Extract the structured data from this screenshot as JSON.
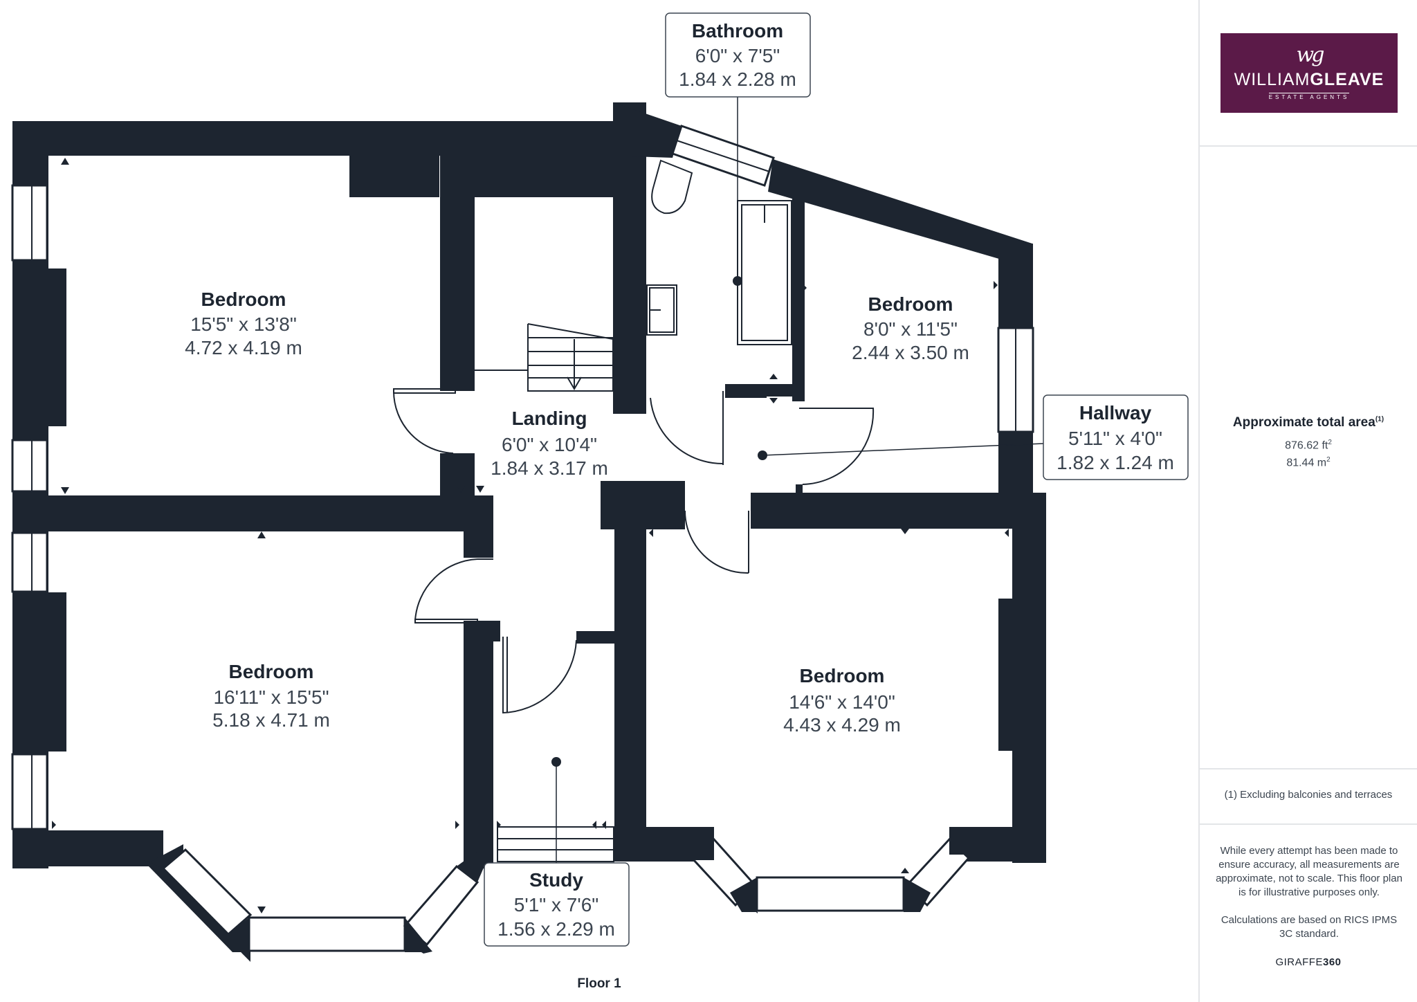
{
  "rooms": {
    "bedroom_top_left": {
      "name": "Bedroom",
      "imperial": "15'5\" x 13'8\"",
      "metric": "4.72 x 4.19 m"
    },
    "bathroom": {
      "name": "Bathroom",
      "imperial": "6'0\" x 7'5\"",
      "metric": "1.84 x 2.28 m"
    },
    "bedroom_top_right": {
      "name": "Bedroom",
      "imperial": "8'0\" x 11'5\"",
      "metric": "2.44 x 3.50 m"
    },
    "landing": {
      "name": "Landing",
      "imperial": "6'0\" x 10'4\"",
      "metric": "1.84 x 3.17 m"
    },
    "hallway": {
      "name": "Hallway",
      "imperial": "5'11\" x 4'0\"",
      "metric": "1.82 x 1.24 m"
    },
    "bedroom_bottom_left": {
      "name": "Bedroom",
      "imperial": "16'11\" x 15'5\"",
      "metric": "5.18 x 4.71 m"
    },
    "bedroom_bottom_right": {
      "name": "Bedroom",
      "imperial": "14'6\" x 14'0\"",
      "metric": "4.43 x 4.29 m"
    },
    "study": {
      "name": "Study",
      "imperial": "5'1\" x 7'6\"",
      "metric": "1.56 x 2.29 m"
    }
  },
  "floor_label": "Floor 1",
  "logo": {
    "monogram": "wg",
    "name_light": "WILLIAM",
    "name_bold": "GLEAVE",
    "tagline": "ESTATE AGENTS",
    "color": "#5b1a48"
  },
  "summary": {
    "title": "Approximate total area",
    "title_note": "(1)",
    "area_ft": "876.62 ft",
    "area_m": "81.44 m",
    "unit_power": "2"
  },
  "footnote": "(1) Excluding balconies and terraces",
  "disclaimer": "While every attempt has been made to ensure accuracy, all measurements are approximate, not to scale. This floor plan is for illustrative purposes only.",
  "calculation_note": "Calculations are based on RICS IPMS 3C standard.",
  "brand": {
    "light": "GIRAFFE",
    "bold": "360"
  },
  "colors": {
    "wall": "#1d2530",
    "panel_divider": "#e3e5e8"
  }
}
